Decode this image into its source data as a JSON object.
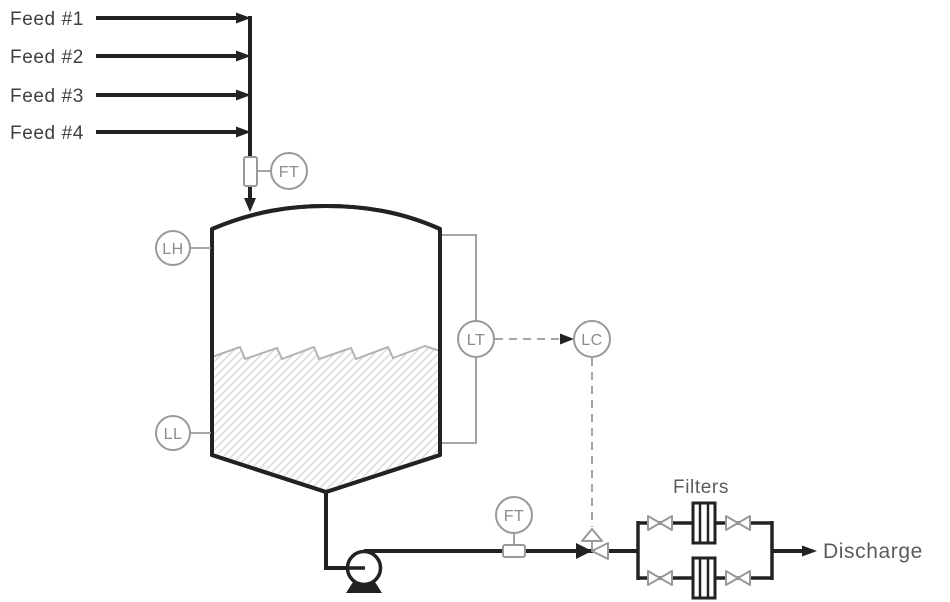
{
  "colors": {
    "pipe": "#222222",
    "instrument": "#999999",
    "instrument_text": "#8c8c8c",
    "feed_label": "#3f3f3f",
    "section_label": "#5c5c5c",
    "liquid_surface": "#b3b3b3",
    "hatch": "#dcdcdc",
    "background": "#ffffff"
  },
  "feeds": [
    {
      "label": "Feed #1"
    },
    {
      "label": "Feed #2"
    },
    {
      "label": "Feed #3"
    },
    {
      "label": "Feed #4"
    }
  ],
  "instruments": {
    "feed_flow_transmitter": "FT",
    "level_high": "LH",
    "level_low": "LL",
    "level_transmitter": "LT",
    "level_controller": "LC",
    "discharge_flow_transmitter": "FT"
  },
  "labels": {
    "filters": "Filters",
    "discharge": "Discharge"
  },
  "equipment_icons": [
    "feed-tank-icon",
    "centrifugal-pump-icon",
    "control-valve-icon",
    "isolation-valve-icon",
    "inline-filter-icon",
    "flow-element-icon"
  ]
}
